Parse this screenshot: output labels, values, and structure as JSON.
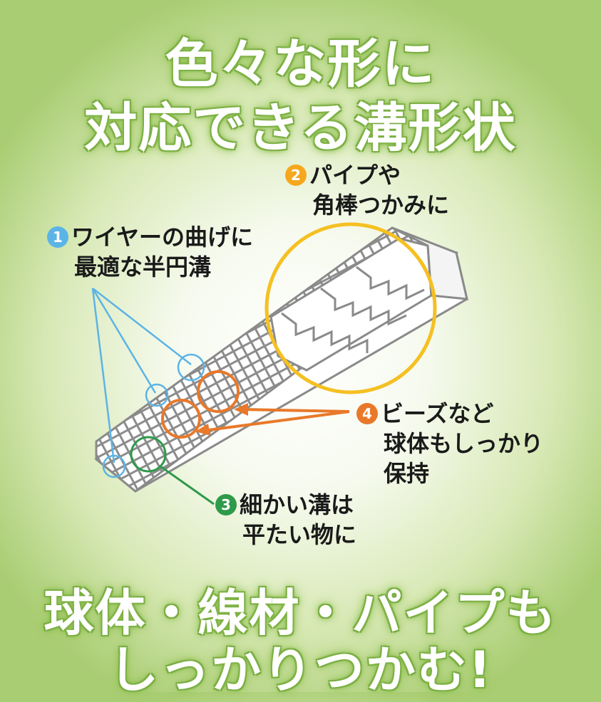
{
  "headline": {
    "line1": "色々な形に",
    "line2": "対応できる溝形状"
  },
  "callouts": [
    {
      "number": "1",
      "color": "#5bb4e6",
      "line1": "ワイヤーの曲げに",
      "line2": "最適な半円溝"
    },
    {
      "number": "2",
      "color": "#f5a81e",
      "line1": "パイプや",
      "line2": "角棒つかみに"
    },
    {
      "number": "3",
      "color": "#2e9a4a",
      "line1": "細かい溝は",
      "line2": "平たい物に"
    },
    {
      "number": "4",
      "color": "#e8792a",
      "line1": "ビーズなど",
      "line2": "球体もしっかり",
      "line3": "保持"
    }
  ],
  "footer": {
    "line1": "球体・線材・パイプも",
    "line2": "しっかりつかむ!"
  },
  "colors": {
    "background_green": "#a9cd73",
    "glow_green": "#6fa63a",
    "jaw_gray": "#8a8a8a"
  }
}
